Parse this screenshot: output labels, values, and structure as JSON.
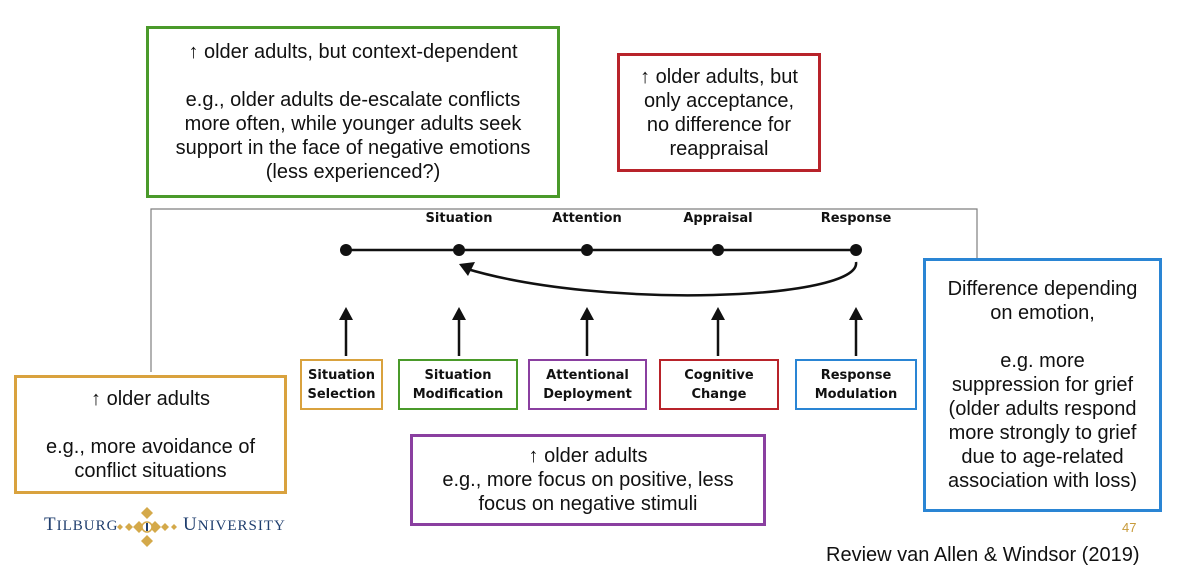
{
  "colors": {
    "green": "#4a9a2a",
    "red": "#b8232a",
    "orange": "#d9a23e",
    "purple": "#8a3fa0",
    "blue": "#2a85d4",
    "frame": "#7f7f7f",
    "logo_blue": "#1f3e6e",
    "logo_gold": "#d4a94a"
  },
  "callouts": {
    "situation_modification": {
      "line1": "↑ older adults, but context-dependent",
      "line2": "e.g., older adults de-escalate conflicts",
      "line3": "more often, while younger adults seek",
      "line4": "support in the face of negative emotions",
      "line5": "(less experienced?)"
    },
    "cognitive_change": {
      "line1": "↑ older adults, but",
      "line2": "only acceptance,",
      "line3": "no difference for",
      "line4": "reappraisal"
    },
    "response_modulation": {
      "line1": "Difference depending",
      "line2": "on emotion,",
      "line3": "e.g. more",
      "line4": "suppression for grief",
      "line5": "(older adults respond",
      "line6": "more strongly to grief",
      "line7": "due to age-related",
      "line8": "association with loss)"
    },
    "situation_selection": {
      "line1": "↑ older adults",
      "line2": "e.g., more avoidance of",
      "line3": "conflict situations"
    },
    "attentional_deployment": {
      "line1": "↑ older adults",
      "line2": "e.g., more focus on positive, less",
      "line3": "focus on negative stimuli"
    }
  },
  "timeline_labels": [
    "Situation",
    "Attention",
    "Appraisal",
    "Response"
  ],
  "stages": {
    "situation_selection": {
      "line1": "Situation",
      "line2": "Selection"
    },
    "situation_modification": {
      "line1": "Situation",
      "line2": "Modification"
    },
    "attentional_deployment": {
      "line1": "Attentional",
      "line2": "Deployment"
    },
    "cognitive_change": {
      "line1": "Cognitive",
      "line2": "Change"
    },
    "response_modulation": {
      "line1": "Response",
      "line2": "Modulation"
    }
  },
  "logo": {
    "word1_initial": "T",
    "word1_rest": "ILBURG",
    "word2_initial": "U",
    "word2_rest": "NIVERSITY"
  },
  "page_number": "47",
  "citation": "Review van Allen & Windsor (2019)"
}
